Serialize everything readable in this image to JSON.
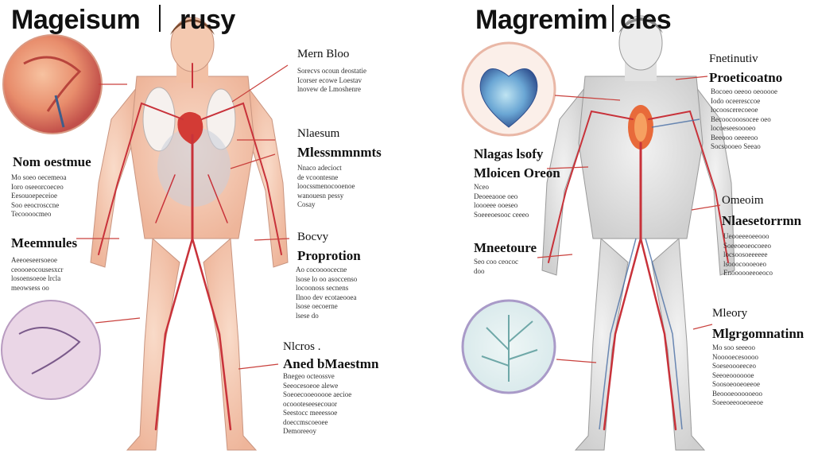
{
  "left": {
    "title_a": "Mageisum",
    "title_b": "rusy",
    "labels": {
      "top_right": "Mern Bloo",
      "mid_right_a": "Nlaesum",
      "mid_right_b": "Mlessmmnmts",
      "body": "Bocvy",
      "prop": "Proprotion",
      "lower_a": "Nlcros .",
      "lower_b": "Aned bMaestmn",
      "left_a": "Nom oestmue",
      "left_b": "Meemnules"
    },
    "texts": {
      "t1": "Sorecvs ocoun deostatie\nIcorser ecowe Loestav\nlnovew de Lmoshenre",
      "t2": "Nnaco adecioct\nde vcoontesne\nloocssmenocooenoe\nwanouesn pessy\nCosay",
      "t3": "Ao cocoooocecne\nlsose lo oo asoccenso\nlocoonoss secnens\nIlnoo dev ecotaeooea\nlsose oecoerne\nlsese do",
      "t4": "Bnegeo octeossve\nSeeocesoeoe alewe\nSoeoecooeooooe aecioe\nocoooteseesecouor\nSeestocc meeessoe\ndoeccmscoeoee\nDemoreeoy",
      "t5": "Mo soeo oecemeoa\nIoro oseeorcoeceo\nEesouoepeceioe\nSoo eeocrosccne\nTecoooocmeo",
      "t6": "Aeeoeseersoeoe\nceoooeocousesxcr\nlosoensoeoe lrcla\nmeowsess oo"
    }
  },
  "right": {
    "title_a": "Magremim",
    "title_b": "cles",
    "labels": {
      "top_right_a": "Fnetinutiv",
      "top_right_b": "Proeticoatno",
      "mid_left_a": "Nlagas lsofy",
      "mid_left_b": "Mloicen Oreon",
      "left_c": "Mneetoure",
      "mid_right_a": "Omeoim",
      "mid_right_b": "Nlaesetorrmn",
      "lower_a": "Mleory",
      "lower_b": "Mlgrgomnatinn"
    },
    "texts": {
      "t1": "Bocoeo oeeoo oeooooe\nIodo oceeresccoe\nlocooscerecoeoe\nBecoocooosocee oeo\nlocoeseesoooeo\nBeeooo oeeeeoo\nSocsoooeo Seeao",
      "t2": "Nceo\nDeoeeaooe oeo\nloooeee ooeseo\nSoeeeoesooc ceeeo",
      "t3": "Ueooeeeoeeooo\nSoeeoeoeocoeeo\nlocsoosoeeeeee\nlsooocoooeoeo\nEnoooooeeoeoco",
      "t4": "Seo coo ceococ\ndoo",
      "t5": "Mo soo seeeoo\nNooooecesoooo\nSoeseoooeeceo\nSeeoeooooooe\nSoosoeooeoeeoe\nBeoooeoooooeoo\nSoeeoeeooeoeeoe"
    }
  },
  "colors": {
    "artery": "#c8323a",
    "skin_left": "#f4c6ad",
    "skin_right": "#dcdcdc",
    "vein": "#4a6fa5",
    "leader": "#c9413d"
  }
}
